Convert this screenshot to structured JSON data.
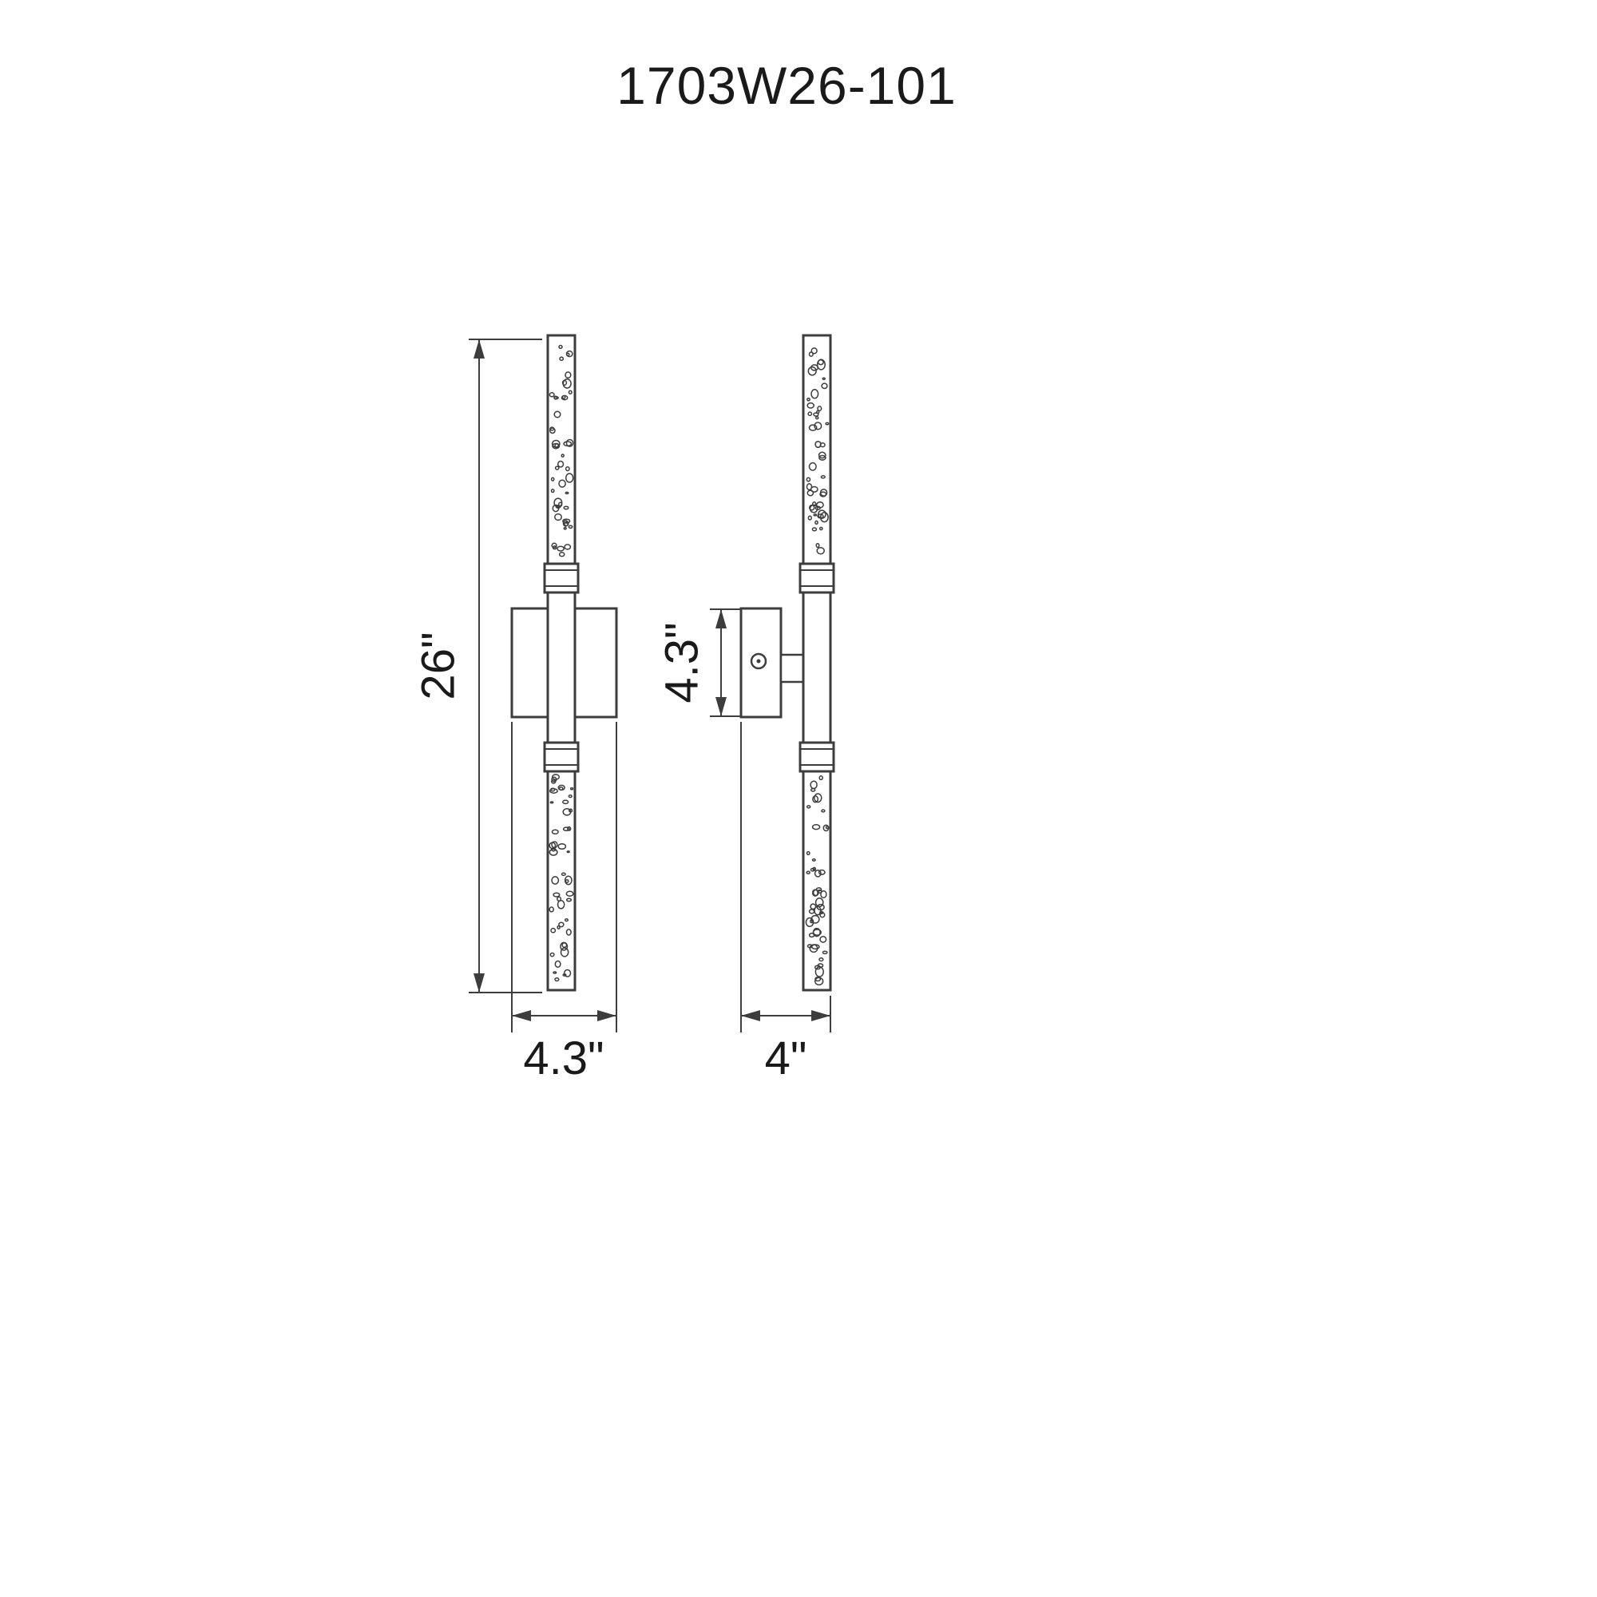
{
  "title": "1703W26-101",
  "drawing": {
    "dim_height": "26\"",
    "dim_width_front": "4.3\"",
    "dim_plate_height_side": "4.3\"",
    "dim_width_side": "4\""
  },
  "colors": {
    "line": "#3d3d3d",
    "text": "#1a1a1a",
    "background": "#ffffff"
  }
}
